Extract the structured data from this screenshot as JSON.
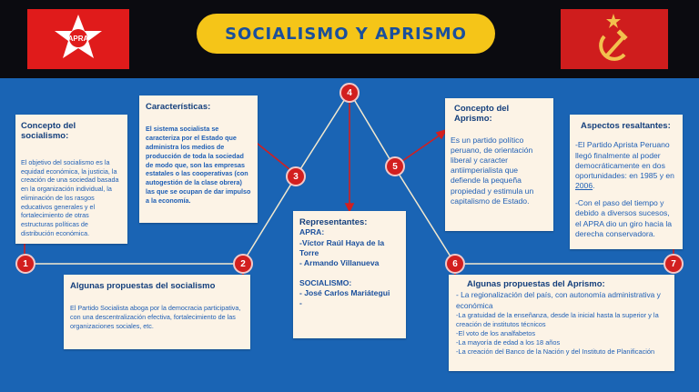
{
  "header": {
    "title": "SOCIALISMO Y APRISMO",
    "flag_left_text": "APRA"
  },
  "colors": {
    "background": "#1a64b4",
    "topbar": "#0b0b10",
    "title_pill": "#f5c518",
    "title_text": "#1a4f9c",
    "node_red": "#d21f1f",
    "card_bg": "#fcf3e6",
    "flag_red": "#e01b1b",
    "hammer_sickle": "#f2c14e"
  },
  "icons": {
    "left_flag": "apra-star-flag-icon",
    "right_flag": "hammer-sickle-flag-icon"
  },
  "nodes": [
    "1",
    "2",
    "3",
    "4",
    "5",
    "6",
    "7"
  ],
  "cards": {
    "concepto_socialismo": {
      "title": "Concepto del socialismo:",
      "body": "El objetivo del socialismo es la equidad económica, la justicia, la creación de una sociedad basada en la organización individual, la eliminación de los rasgos educativos generales y el fortalecimiento de otras estructuras políticas de distribución económica."
    },
    "propuestas_socialismo": {
      "title": "Algunas propuestas del socialismo",
      "body": "El Partido Socialista aboga por la democracia participativa, con una descentralización efectiva, fortalecimiento de las organizaciones sociales, etc."
    },
    "caracteristicas": {
      "title": "Características:",
      "body": "El sistema socialista se caracteriza por el Estado que administra los medios de producción de toda la sociedad de modo que, son las empresas estatales o las cooperativas (con autogestión de la clase obrera) las que se ocupan de dar impulso a la economía."
    },
    "representantes": {
      "title": "Representantes:",
      "apra_label": "APRA:",
      "apra_1": "-Víctor Raúl Haya de la Torre",
      "apra_2": "- Armando Villanueva",
      "soc_label": "SOCIALISMO:",
      "soc_1": "- José Carlos Mariátegui",
      "soc_2": "-"
    },
    "concepto_aprismo": {
      "title": "Concepto del Aprismo:",
      "body": "Es un partido político peruano, de orientación liberal y caracter antiimperialista que defiende la pequeña propiedad y estimula un capitalismo de Estado."
    },
    "propuestas_aprismo": {
      "title": "Algunas propuestas del Aprismo:",
      "intro": "- La regionalización del país, con autonomía administrativa y económica",
      "items": [
        "-La gratuidad de la enseñanza, desde la inicial hasta la superior y la creación de institutos técnicos",
        "-El voto de los analfabetos",
        "-La mayoría de edad a los 18 años",
        "-La creación del Banco de la Nación y del Instituto de Planificación"
      ]
    },
    "aspectos": {
      "title": "Aspectos resaltantes:",
      "p1_a": "-El Partido Aprista Peruano llegó finalmente al poder democráticamente en dos oportunidades: en 1985 y en ",
      "p1_year": "2006",
      "p1_end": ".",
      "p2": "-Con el paso del tiempo y debido a diversos sucesos, el APRA dio un giro hacia la derecha conservadora."
    }
  }
}
